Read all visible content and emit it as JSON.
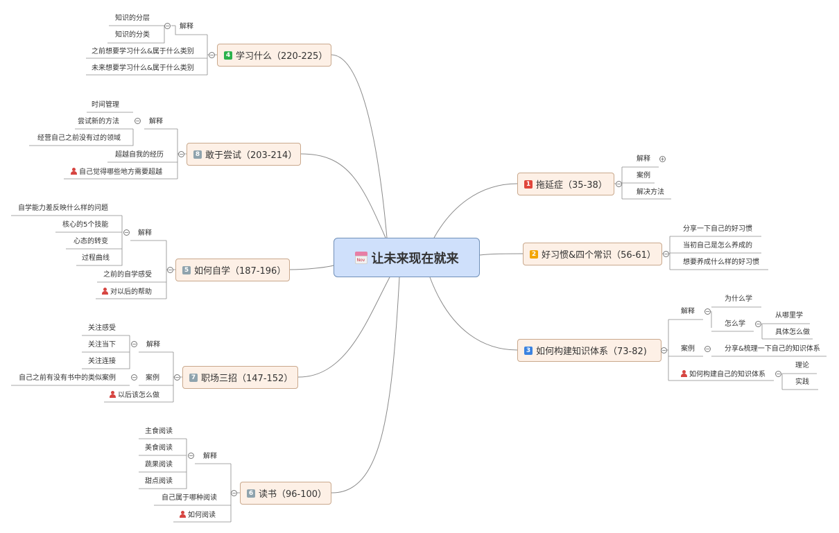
{
  "root": {
    "title": "让未来现在就来",
    "icon_text": "Nov"
  },
  "colors": {
    "line": "#8a8a8a",
    "red": "#e0453a",
    "yellow": "#f3a500",
    "blue": "#3b82e0",
    "green": "#2bb24c",
    "gray": "#8fa3ad"
  },
  "topics": [
    {
      "id": "t4",
      "num": "4",
      "label": "学习什么（220-225）",
      "badge_color": "green"
    },
    {
      "id": "t8",
      "num": "8",
      "label": "敢于尝试（203-214）",
      "badge_color": "gray"
    },
    {
      "id": "t5",
      "num": "5",
      "label": "如何自学（187-196）",
      "badge_color": "gray"
    },
    {
      "id": "t7",
      "num": "7",
      "label": "职场三招（147-152）",
      "badge_color": "gray"
    },
    {
      "id": "t6",
      "num": "6",
      "label": "读书（96-100）",
      "badge_color": "gray"
    },
    {
      "id": "t1",
      "num": "1",
      "label": "拖延症（35-38）",
      "badge_color": "red"
    },
    {
      "id": "t2",
      "num": "2",
      "label": "好习惯&四个常识（56-61）",
      "badge_color": "yellow"
    },
    {
      "id": "t3",
      "num": "3",
      "label": "如何构建知识体系（73-82)",
      "badge_color": "blue"
    }
  ],
  "leaves": {
    "t4_explain": "解释",
    "t4_l1": "知识的分层",
    "t4_l2": "知识的分类",
    "t4_c3": "之前想要学习什么&属于什么类别",
    "t4_c4": "未来想要学习什么&属于什么类别",
    "t8_explain": "解释",
    "t8_l1": "时间管理",
    "t8_l2": "尝试新的方法",
    "t8_l3": "经营自己之前没有过的领域",
    "t8_c2": "超越自我的经历",
    "t8_c3": "自己觉得哪些地方需要超越",
    "t5_explain": "解释",
    "t5_l1": "自学能力差反映什么样的问题",
    "t5_l2": "核心的5个技能",
    "t5_l3": "心态的转变",
    "t5_l4": "过程曲线",
    "t5_c2": "之前的自学感受",
    "t5_c3": "对以后的帮助",
    "t7_explain": "解释",
    "t7_l1": "关注感受",
    "t7_l2": "关注当下",
    "t7_l3": "关注连接",
    "t7_case": "案例",
    "t7_case_l1": "自己之前有没有书中的类似案例",
    "t7_c3": "以后该怎么做",
    "t6_explain": "解释",
    "t6_l1": "主食阅读",
    "t6_l2": "美食阅读",
    "t6_l3": "蔬果阅读",
    "t6_l4": "甜点阅读",
    "t6_c2": "自己属于哪种阅读",
    "t6_c3": "如何阅读",
    "t1_c1": "解释",
    "t1_c2": "案例",
    "t1_c3": "解决方法",
    "t2_c1": "分享一下自己的好习惯",
    "t2_c2": "当初自己是怎么养成的",
    "t2_c3": "想要养成什么样的好习惯",
    "t3_explain": "解释",
    "t3_why": "为什么学",
    "t3_how": "怎么学",
    "t3_how_l1": "从哪里学",
    "t3_how_l2": "具体怎么做",
    "t3_case": "案例",
    "t3_case_l1": "分享&梳理一下自己的知识体系",
    "t3_build": "如何构建自己的知识体系",
    "t3_build_l1": "理论",
    "t3_build_l2": "实践"
  }
}
